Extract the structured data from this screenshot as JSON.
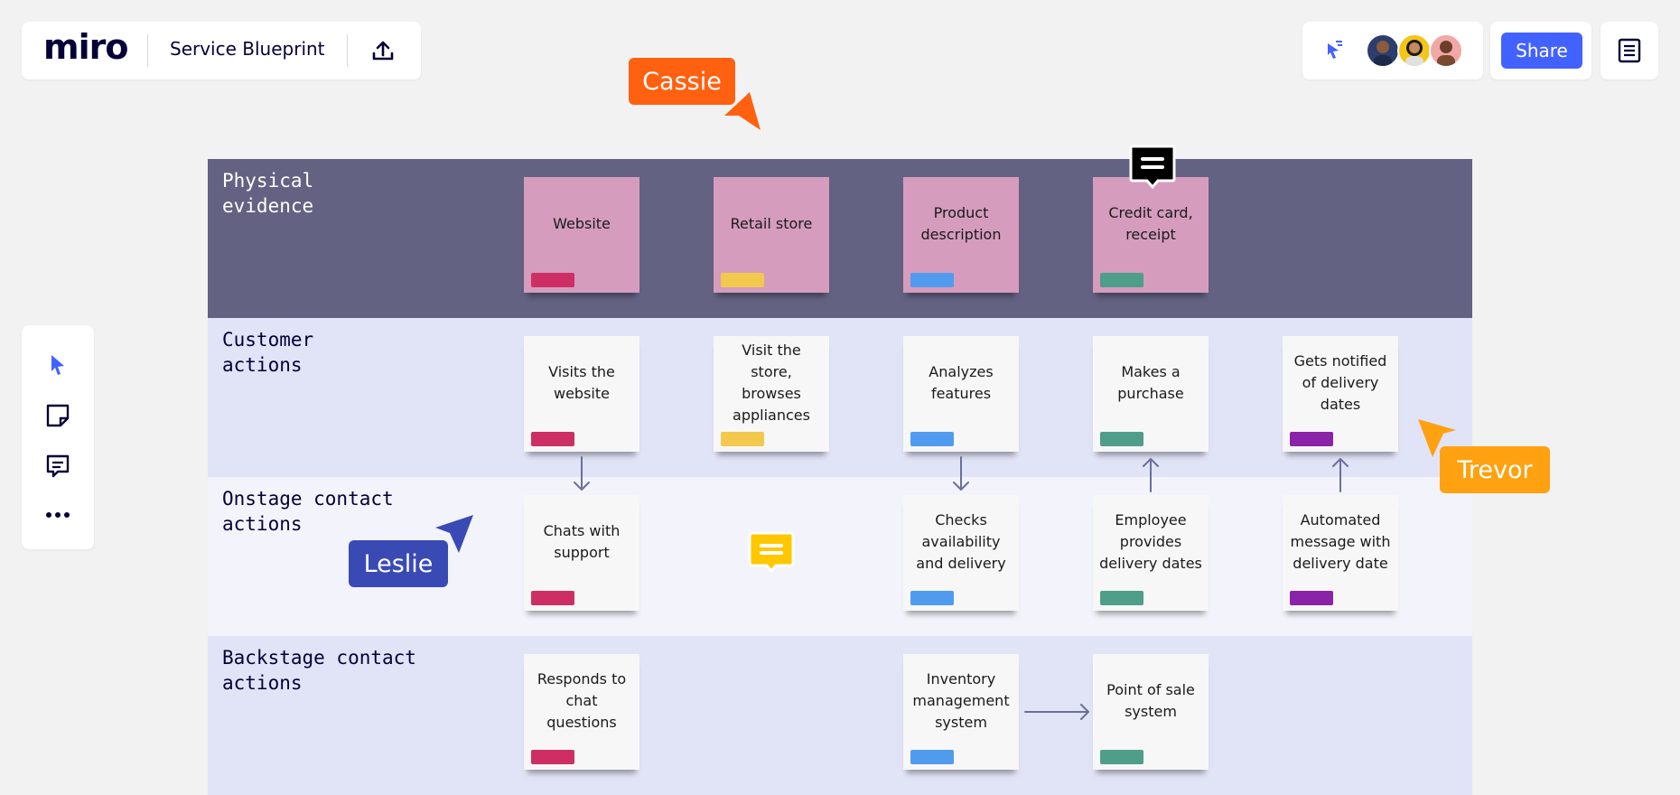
{
  "app": {
    "logo_text": "miro",
    "board_title": "Service Blueprint"
  },
  "topbar": {
    "share_label": "Share"
  },
  "colors": {
    "accent": "#4262ff",
    "lane_physical": "#636282",
    "lane_customer": "#e1e3f7",
    "lane_onstage": "#f3f4fb",
    "lane_backstage": "#e1e3f7",
    "sticky_pink": "#d59cbd",
    "sticky_white": "#f7f7f7",
    "tag_crimson": "#cd2f64",
    "tag_yellow": "#f2c94c",
    "tag_blue": "#519bef",
    "tag_green": "#4f9e89",
    "tag_purple": "#8b23a8",
    "cassie": "#ff6110",
    "trevor": "#ffa110",
    "leslie": "#3a4ab5"
  },
  "lanes": [
    {
      "label": "Physical\nevidence"
    },
    {
      "label": "Customer\nactions"
    },
    {
      "label": "Onstage contact\nactions"
    },
    {
      "label": "Backstage contact\nactions"
    }
  ],
  "stickies": {
    "physical": [
      "Website",
      "Retail store",
      "Product description",
      "Credit card, receipt"
    ],
    "customer": [
      "Visits the website",
      "Visit the store, browses appliances",
      "Analyzes features",
      "Makes a purchase",
      "Gets notified of delivery dates"
    ],
    "onstage": [
      "Chats with support",
      "Checks availability and delivery",
      "Employee provides delivery dates",
      "Automated message with delivery date"
    ],
    "backstage": [
      "Responds to chat questions",
      "Inventory management system",
      "Point of sale system"
    ]
  },
  "cursors": {
    "cassie": "Cassie",
    "trevor": "Trevor",
    "leslie": "Leslie"
  },
  "icons": {
    "upload": "upload-icon",
    "cursor_tool": "select-tool-icon",
    "sticky_tool": "sticky-note-icon",
    "comment_tool": "comment-icon",
    "more": "more-icon",
    "notes": "notes-panel-icon",
    "reaction": "reactions-icon"
  }
}
